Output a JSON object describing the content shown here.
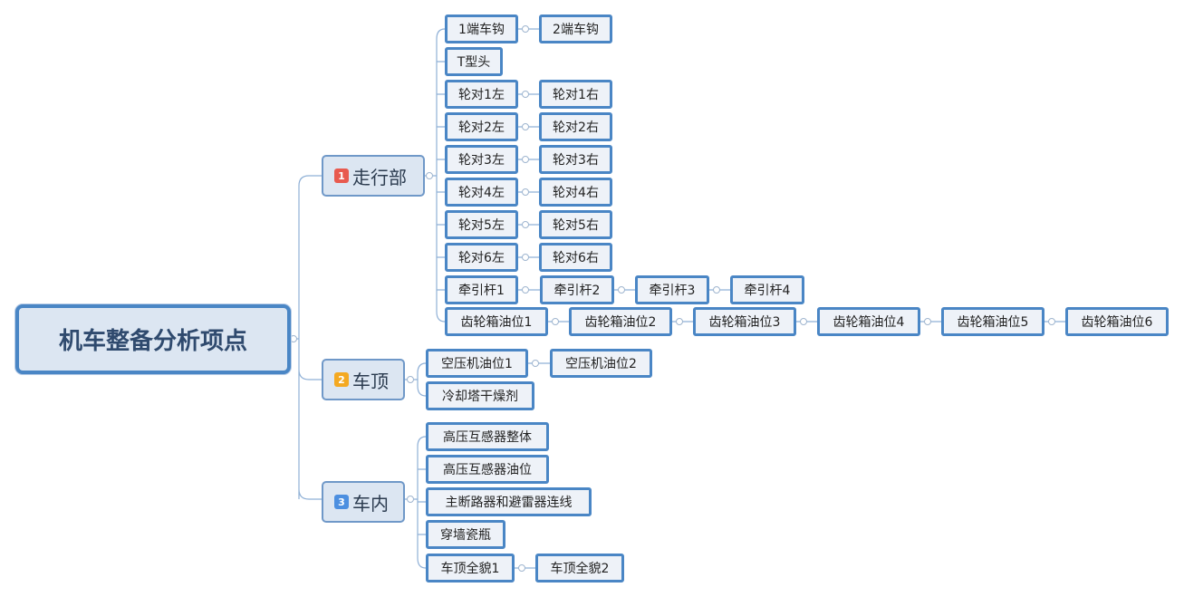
{
  "root": {
    "label": "机车整备分析项点"
  },
  "branches": [
    {
      "badge": "1",
      "badge_color": "#e85a4f",
      "label": "走行部"
    },
    {
      "badge": "2",
      "badge_color": "#f4a922",
      "label": "车顶"
    },
    {
      "badge": "3",
      "badge_color": "#4c8fe0",
      "label": "车内"
    }
  ],
  "nodes": {
    "hook1": "1端车钩",
    "hook2": "2端车钩",
    "thead": "T型头",
    "w1l": "轮对1左",
    "w1r": "轮对1右",
    "w2l": "轮对2左",
    "w2r": "轮对2右",
    "w3l": "轮对3左",
    "w3r": "轮对3右",
    "w4l": "轮对4左",
    "w4r": "轮对4右",
    "w5l": "轮对5左",
    "w5r": "轮对5右",
    "w6l": "轮对6左",
    "w6r": "轮对6右",
    "rod1": "牵引杆1",
    "rod2": "牵引杆2",
    "rod3": "牵引杆3",
    "rod4": "牵引杆4",
    "gear1": "齿轮箱油位1",
    "gear2": "齿轮箱油位2",
    "gear3": "齿轮箱油位3",
    "gear4": "齿轮箱油位4",
    "gear5": "齿轮箱油位5",
    "gear6": "齿轮箱油位6",
    "comp1": "空压机油位1",
    "comp2": "空压机油位2",
    "dryer": "冷却塔干燥剂",
    "ht_whole": "高压互感器整体",
    "ht_oil": "高压互感器油位",
    "breaker": "主断路器和避雷器连线",
    "insulator": "穿墙瓷瓶",
    "roof1": "车顶全貌1",
    "roof2": "车顶全貌2"
  }
}
